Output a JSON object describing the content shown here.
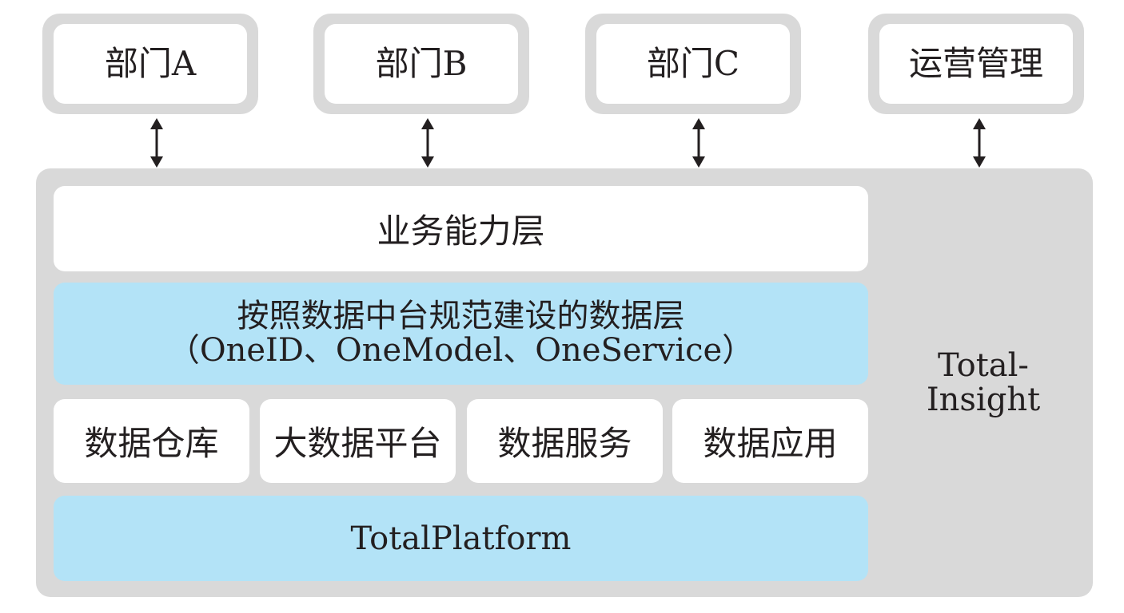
{
  "top_boxes": {
    "dept_a": "部门A",
    "dept_b": "部门B",
    "dept_c": "部门C",
    "operations": "运营管理"
  },
  "layers": {
    "business": "业务能力层",
    "data_line1": "按照数据中台规范建设的数据层",
    "data_line2": "（OneID、OneModel、OneService）",
    "platform": "TotalPlatform"
  },
  "modules": {
    "warehouse": "数据仓库",
    "big_data": "大数据平台",
    "service": "数据服务",
    "application": "数据应用"
  },
  "insight": {
    "line1": "Total-",
    "line2": "Insight"
  },
  "colors": {
    "panel_gray": "#d9d9d9",
    "layer_blue": "#b3e3f7",
    "box_white": "#ffffff",
    "text": "#231f20"
  }
}
